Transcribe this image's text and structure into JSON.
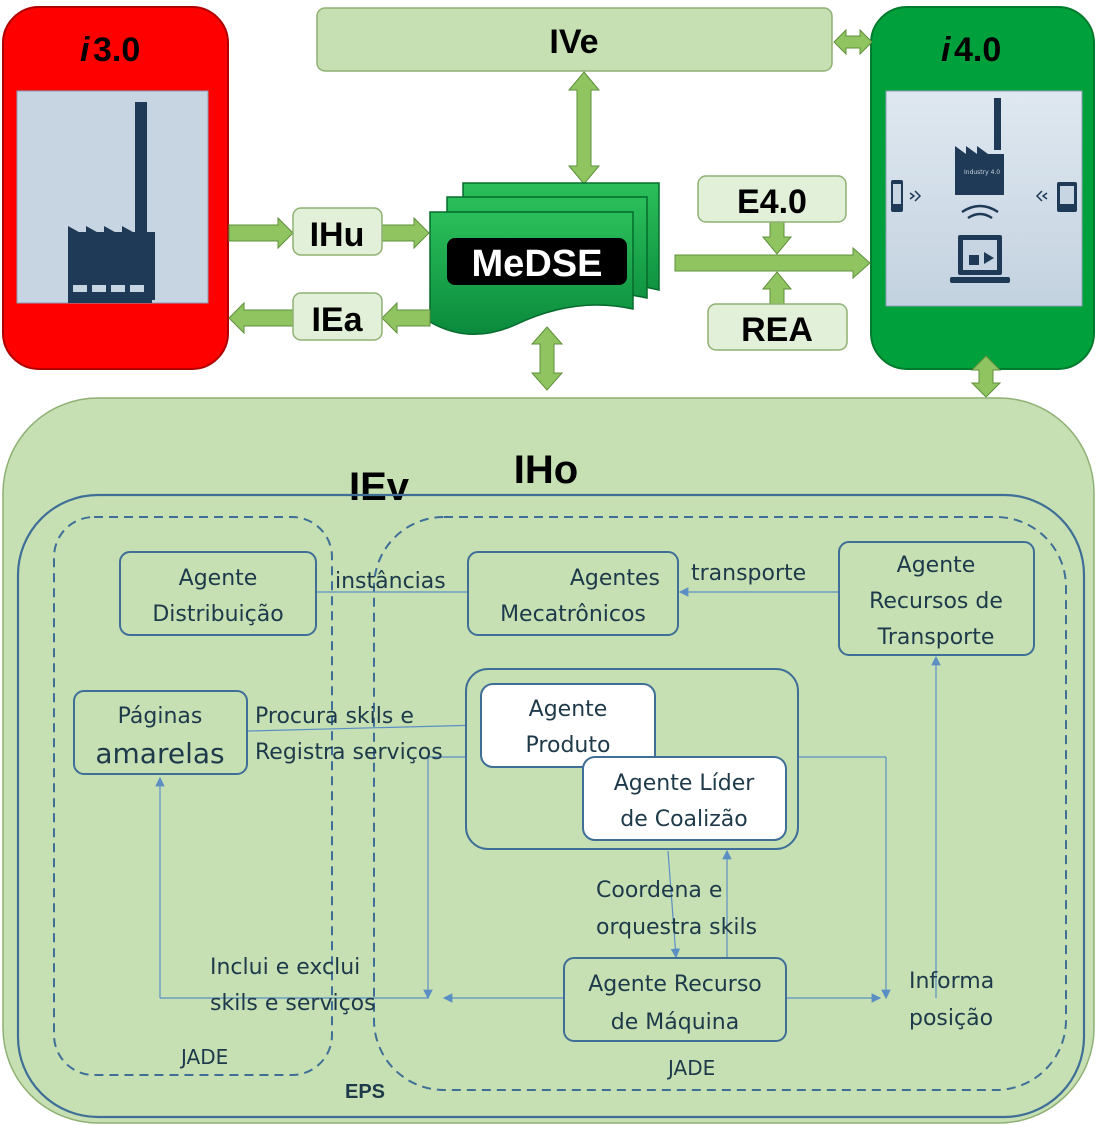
{
  "left_factory": {
    "title_italic": "i",
    "title_rest": " 3.0",
    "color": "#ff0000"
  },
  "right_factory": {
    "title_italic": "i",
    "title_rest": " 4.0",
    "color": "#00a03c",
    "screen_text": "Industry 4.0"
  },
  "interfaces": {
    "ive": "IVe",
    "ihu": "IHu",
    "iea": "IEa",
    "e40": "E4.0",
    "rea": "REA",
    "medse": "MeDSE",
    "iho": "IHo",
    "iev": "IEv"
  },
  "agents": {
    "distribuicao": [
      "Agente",
      "Distribuição"
    ],
    "mecatronicos": [
      "Agentes",
      "Mecatrônicos"
    ],
    "recursos_transporte": [
      "Agente",
      "Recursos de",
      "Transporte"
    ],
    "paginas": [
      "Páginas",
      "amarelas"
    ],
    "produto": [
      "Agente",
      "Produto"
    ],
    "lider": [
      "Agente Líder",
      "de Coalizão"
    ],
    "recurso_maquina": [
      "Agente Recurso",
      "de Máquina"
    ]
  },
  "edge_labels": {
    "instancias": "instâncias",
    "transporte": "transporte",
    "procura_1": "Procura skils e",
    "procura_2": "Registra serviços",
    "coordena_1": "Coordena e",
    "coordena_2": "orquestra skils",
    "inclui_1": "Inclui e exclui",
    "inclui_2": "skils e serviços",
    "informa_1": "Informa",
    "informa_2": "posição"
  },
  "platform_labels": {
    "jade_left": "JADE",
    "jade_right": "JADE",
    "eps": "EPS"
  },
  "colors": {
    "ihu_fill": "#e2f0d9",
    "arrow": "#8fc460",
    "iho_fill": "#c6e0b4",
    "outline": "#3f6f96",
    "medse_dark": "#0a8a3c",
    "medse_light": "#2bbf5a"
  }
}
